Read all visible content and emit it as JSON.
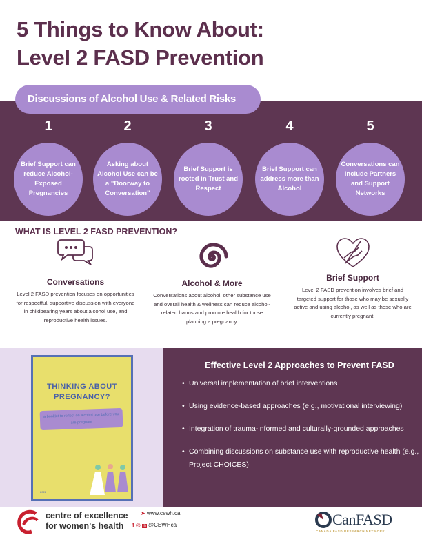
{
  "title": {
    "line1": "5 Things to Know About:",
    "line2": "Level 2 FASD Prevention"
  },
  "discussions": {
    "heading": "Discussions of Alcohol Use & Related Risks",
    "items": [
      {
        "num": "1",
        "text": "Brief Support can reduce Alcohol-Exposed Pregnancies"
      },
      {
        "num": "2",
        "text": "Asking about Alcohol Use can be a \"Doorway to Conversation\""
      },
      {
        "num": "3",
        "text": "Brief Support is rooted in Trust and Respect"
      },
      {
        "num": "4",
        "text": "Brief Support can address more than Alcohol"
      },
      {
        "num": "5",
        "text": "Conversations can include Partners and Support Networks"
      }
    ]
  },
  "what": {
    "heading": "WHAT IS LEVEL 2 FASD PREVENTION?",
    "features": [
      {
        "title": "Conversations",
        "text": "Level 2 FASD prevention focuses on opportunities for respectful, supportive discussion with everyone in childbearing years about alcohol use, and reproductive health issues."
      },
      {
        "title": "Alcohol & More",
        "text": "Conversations about alcohol, other substance use and overall health & wellness can reduce alcohol-related harms and promote health for those planning a pregnancy."
      },
      {
        "title": "Brief Support",
        "text": "Level 2 FASD prevention involves brief and targeted support for those who may be sexually active and using alcohol, as well as those who are currently pregnant."
      }
    ]
  },
  "booklet": {
    "title": "THINKING ABOUT PREGNANCY?",
    "subtitle": "a booklet to reflect on alcohol use before you are pregnant",
    "year": "2022"
  },
  "approaches": {
    "heading": "Effective Level 2 Approaches to Prevent FASD",
    "items": [
      "Universal implementation of brief interventions",
      "Using evidence-based approaches (e.g., motivational interviewing)",
      "Integration of trauma-informed and culturally-grounded approaches",
      "Combining discussions on substance use with reproductive health (e.g., Project CHOICES)"
    ]
  },
  "footer": {
    "org_line1": "centre of excellence",
    "org_line2": "for women's health",
    "website": "www.cewh.ca",
    "social": "@CEWHca",
    "partner": "CanFASD",
    "partner_tagline": "CANADA FASD RESEARCH NETWORK"
  },
  "colors": {
    "dark": "#5e3652",
    "accent": "#a98bd0",
    "title": "#5c2f4d"
  }
}
